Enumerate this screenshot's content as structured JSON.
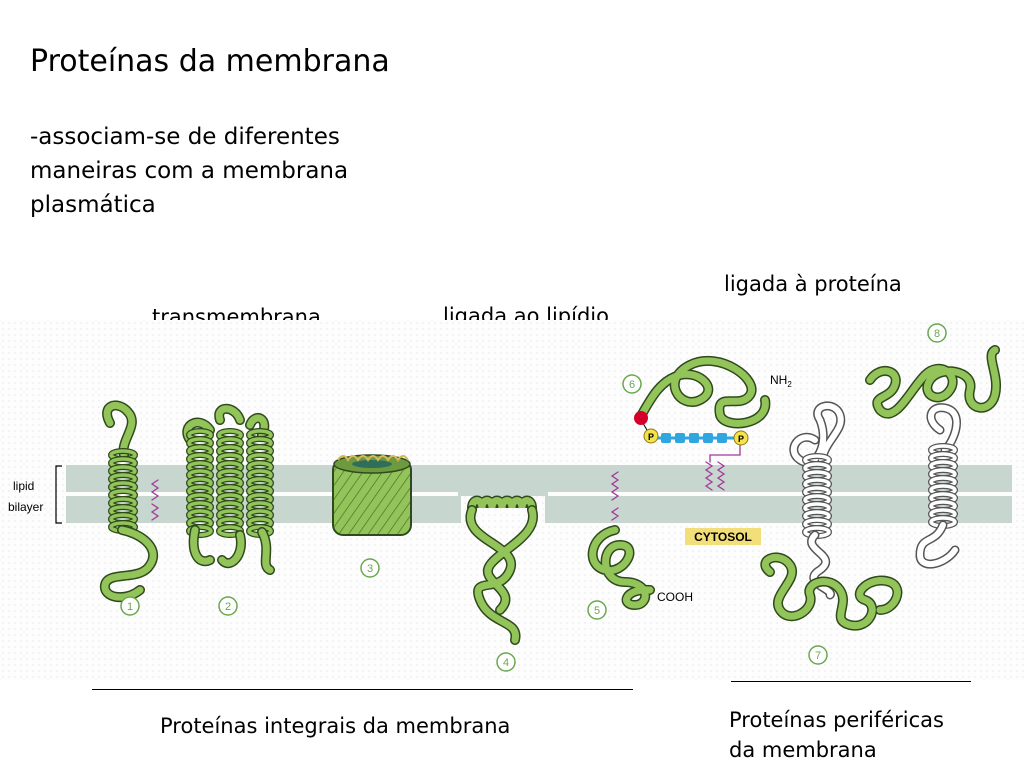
{
  "title": "Proteínas da membrana",
  "subtitle": "-associam-se de diferentes\nmaneiras com a membrana\nplasmática",
  "labels": {
    "transmembrane": "transmembrana",
    "lipid_linked": "ligada ao lipídio",
    "protein_linked": "ligada à proteína",
    "integral": "Proteínas integrais da membrana",
    "peripheral": "Proteínas periféricas\nda membrana"
  },
  "diagram": {
    "lipid_bilayer": "lipid\nbilayer",
    "cytosol": "CYTOSOL",
    "nh2": "NH",
    "nh2_sub": "2",
    "cooh": "COOH",
    "phosphate": "P",
    "numbers": [
      "1",
      "2",
      "3",
      "4",
      "5",
      "6",
      "7",
      "8"
    ]
  },
  "colors": {
    "protein_green": "#92c45a",
    "protein_outline": "#2f4a1c",
    "bilayer": "#c8d6d0",
    "cytosol_bg": "#f2df7a",
    "number_green": "#6aa84f",
    "anchor_red": "#d40029",
    "chain_blue": "#2fa6df",
    "phosphate_yellow": "#f6e24a",
    "lipid_purple": "#a23a98"
  }
}
